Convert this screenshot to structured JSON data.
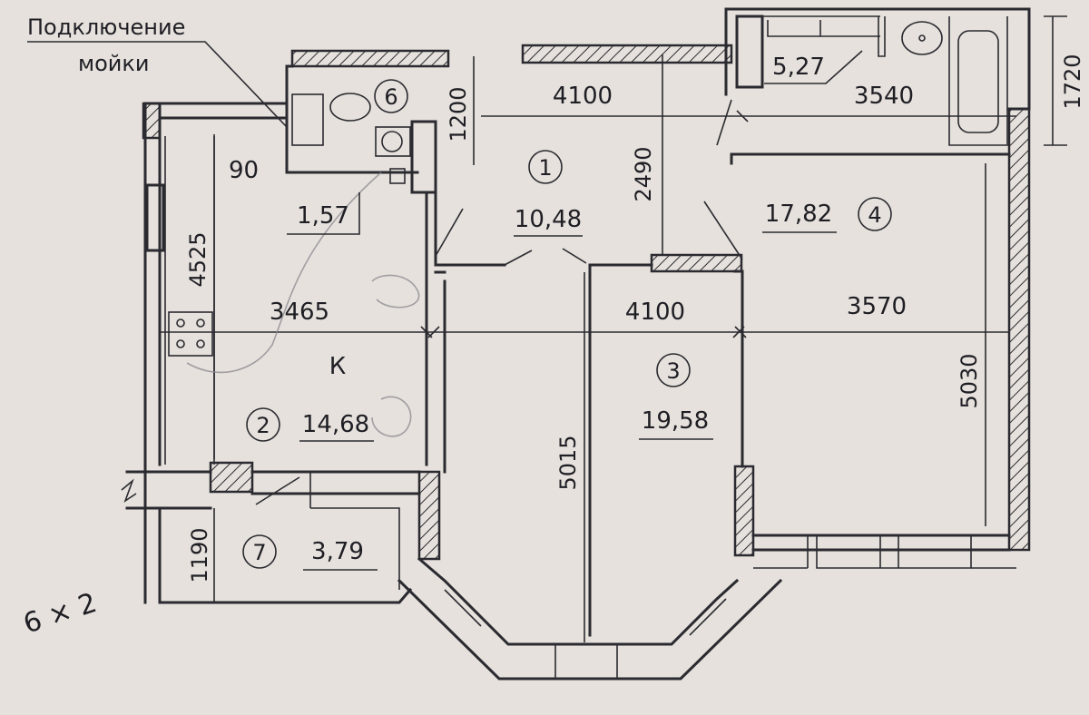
{
  "annotation": {
    "line1": "Подключение",
    "line2": "мойки"
  },
  "rooms": [
    {
      "id": "1",
      "area": "10,48"
    },
    {
      "id": "2",
      "area": "14,68",
      "label": "К"
    },
    {
      "id": "3",
      "area": "19,58"
    },
    {
      "id": "4",
      "area": "17,82"
    },
    {
      "id": "6",
      "area": "1,57"
    },
    {
      "id": "7",
      "area": "3,79"
    },
    {
      "area": "5,27"
    }
  ],
  "dimensions": {
    "corridor_width": "4100",
    "bath_width": "3540",
    "bath_depth": "1720",
    "wc_depth": "1200",
    "hall_depth": "2490",
    "kitchen_depth": "4525",
    "kitchen_width": "3465",
    "room3_width": "4100",
    "room4_width": "3570",
    "room4_depth": "5030",
    "room3_depth": "5015",
    "balcony_depth": "1190"
  },
  "pencil_marks": {
    "n90": "90",
    "note": "6 × 2"
  },
  "colors": {
    "paper": "#e6e1dc",
    "ink": "#2a2a30",
    "pencil": "#8a8790"
  }
}
